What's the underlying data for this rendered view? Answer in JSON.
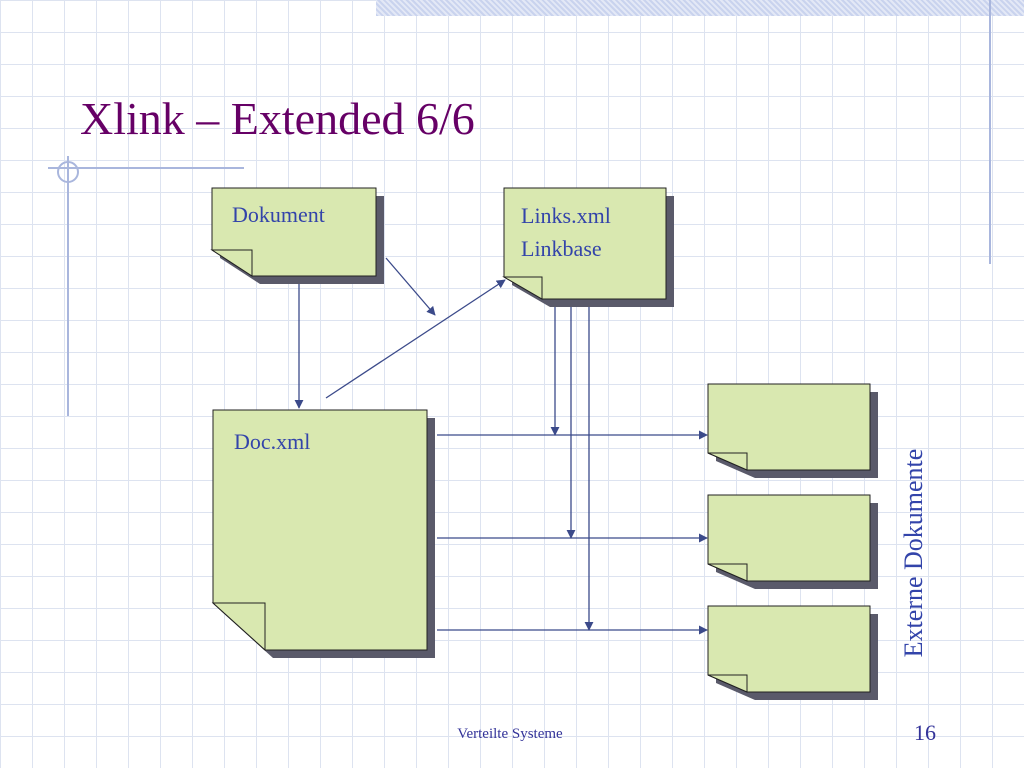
{
  "slide": {
    "title": "Xlink – Extended 6/6",
    "footer": "Verteilte Systeme",
    "page_number": "16"
  },
  "diagram": {
    "nodes": {
      "dokument": {
        "label": "Dokument"
      },
      "links": {
        "line1": "Links.xml",
        "line2": "Linkbase"
      },
      "doc_xml": {
        "label": "Doc.xml"
      },
      "external": [
        {
          "label": ""
        },
        {
          "label": ""
        },
        {
          "label": ""
        }
      ]
    },
    "side_label": "Externe Dokumente"
  },
  "colors": {
    "title": "#660066",
    "text": "#3344aa",
    "note_fill": "#d9e8b0",
    "line": "#3b4a8a",
    "shadow": "#5a5a6a",
    "grid": "#dde3f0"
  }
}
